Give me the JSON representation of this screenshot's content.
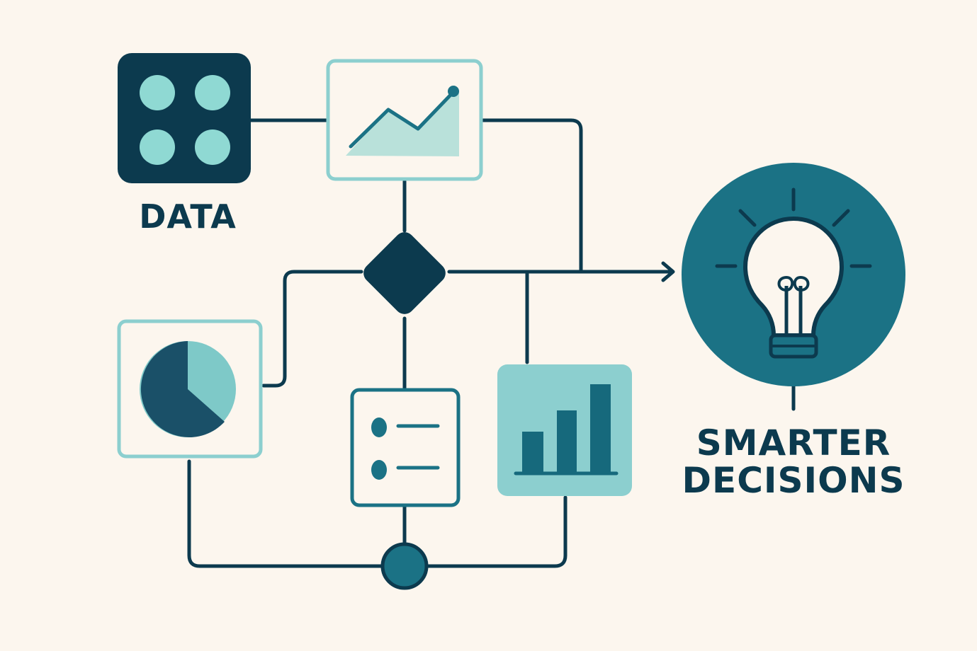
{
  "nodes": {
    "data": {
      "label": "DATA"
    },
    "outcome": {
      "label_line1": "SMARTER",
      "label_line2": "DECISIONS"
    }
  },
  "colors": {
    "background": "#fcf6ee",
    "navy": "#0c3a4e",
    "teal": "#1b7285",
    "mint": "#8fd9d3",
    "light_teal": "#8ccfcf",
    "chart_fill": "#b9e1da",
    "pie_light": "#7ec9c8"
  },
  "icons": [
    "dots-grid-icon",
    "line-chart-icon",
    "decision-diamond-icon",
    "pie-chart-icon",
    "checklist-icon",
    "bar-chart-icon",
    "merge-node-icon",
    "lightbulb-icon",
    "arrow-right-icon"
  ]
}
